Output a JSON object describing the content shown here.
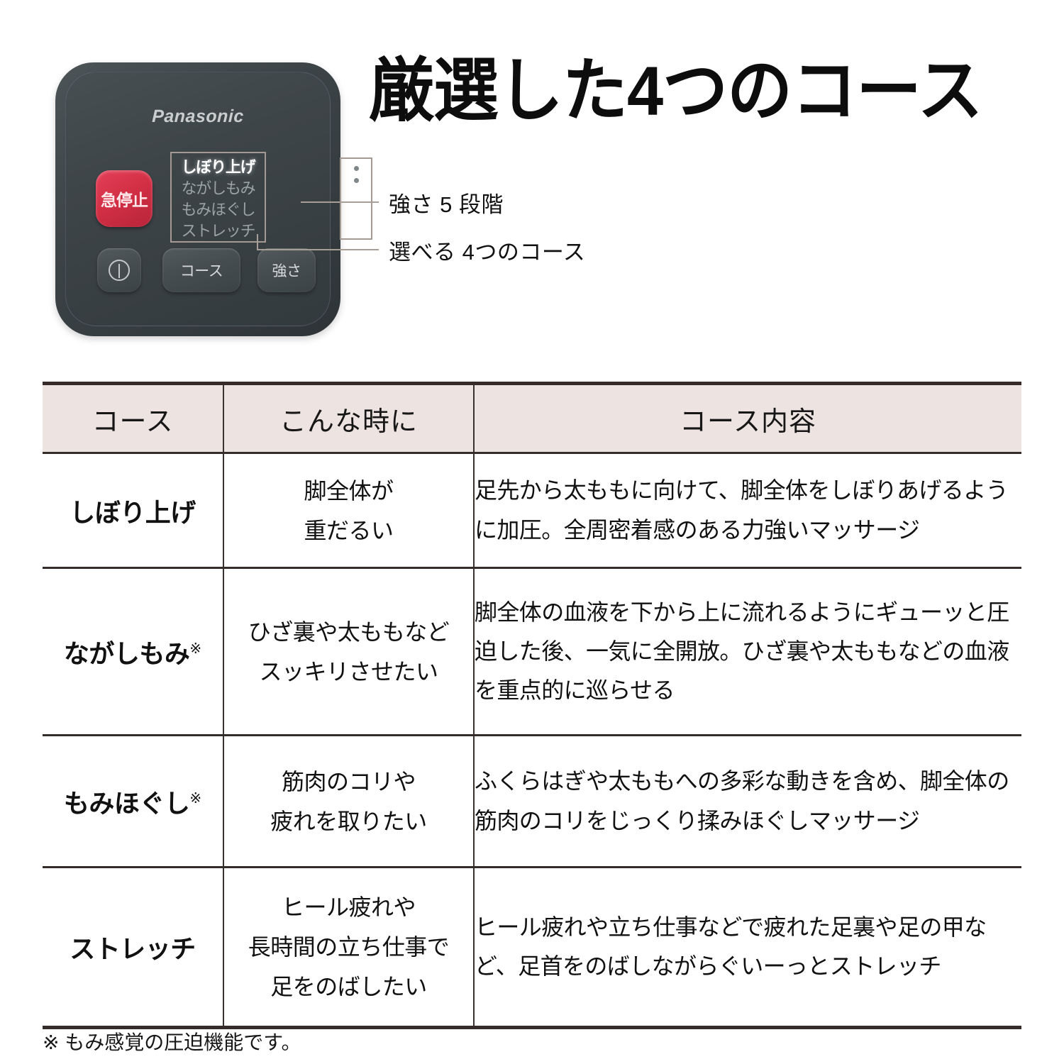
{
  "headline": "厳選した4つのコース",
  "callouts": {
    "strength": "強さ 5 段階",
    "courses": "選べる 4つのコース"
  },
  "remote": {
    "brand": "Panasonic",
    "stop_button": "急停止",
    "course_list": [
      {
        "label": "しぼり上げ",
        "selected": true
      },
      {
        "label": "ながしもみ",
        "selected": false
      },
      {
        "label": "もみほぐし",
        "selected": false
      },
      {
        "label": "ストレッチ",
        "selected": false
      }
    ],
    "strength_levels": [
      {
        "lit": false
      },
      {
        "lit": false
      },
      {
        "lit": true
      },
      {
        "lit": true
      },
      {
        "lit": true
      }
    ],
    "buttons": {
      "power": "power-icon",
      "course": "コース",
      "strength": "強さ"
    },
    "colors": {
      "body": "#3e4549",
      "stop_red": "#d32f45",
      "outline": "#a49a93"
    }
  },
  "table": {
    "headers": [
      "コース",
      "こんな時に",
      "コース内容"
    ],
    "header_bg": "#ede3e0",
    "rows": [
      {
        "name": "しぼり上げ",
        "mark": "",
        "when": "脚全体が\n重だるい",
        "when_lines": [
          "脚全体が",
          "重だるい"
        ],
        "desc": "足先から太ももに向けて、脚全体をしぼりあげるように加圧。全周密着感のある力強いマッサージ"
      },
      {
        "name": "ながしもみ",
        "mark": "※",
        "when_lines": [
          "ひざ裏や太ももなど",
          "スッキリさせたい"
        ],
        "desc": "脚全体の血液を下から上に流れるようにギューッと圧迫した後、一気に全開放。ひざ裏や太ももなどの血液を重点的に巡らせる"
      },
      {
        "name": "もみほぐし",
        "mark": "※",
        "when_lines": [
          "筋肉のコリや",
          "疲れを取りたい"
        ],
        "desc": "ふくらはぎや太ももへの多彩な動きを含め、脚全体の筋肉のコリをじっくり揉みほぐしマッサージ"
      },
      {
        "name": "ストレッチ",
        "mark": "",
        "when_lines": [
          "ヒール疲れや",
          "長時間の立ち仕事で",
          "足をのばしたい"
        ],
        "desc": "ヒール疲れや立ち仕事などで疲れた足裏や足の甲など、足首をのばしながらぐいーっとストレッチ"
      }
    ]
  },
  "footnote": "※ もみ感覚の圧迫機能です。"
}
